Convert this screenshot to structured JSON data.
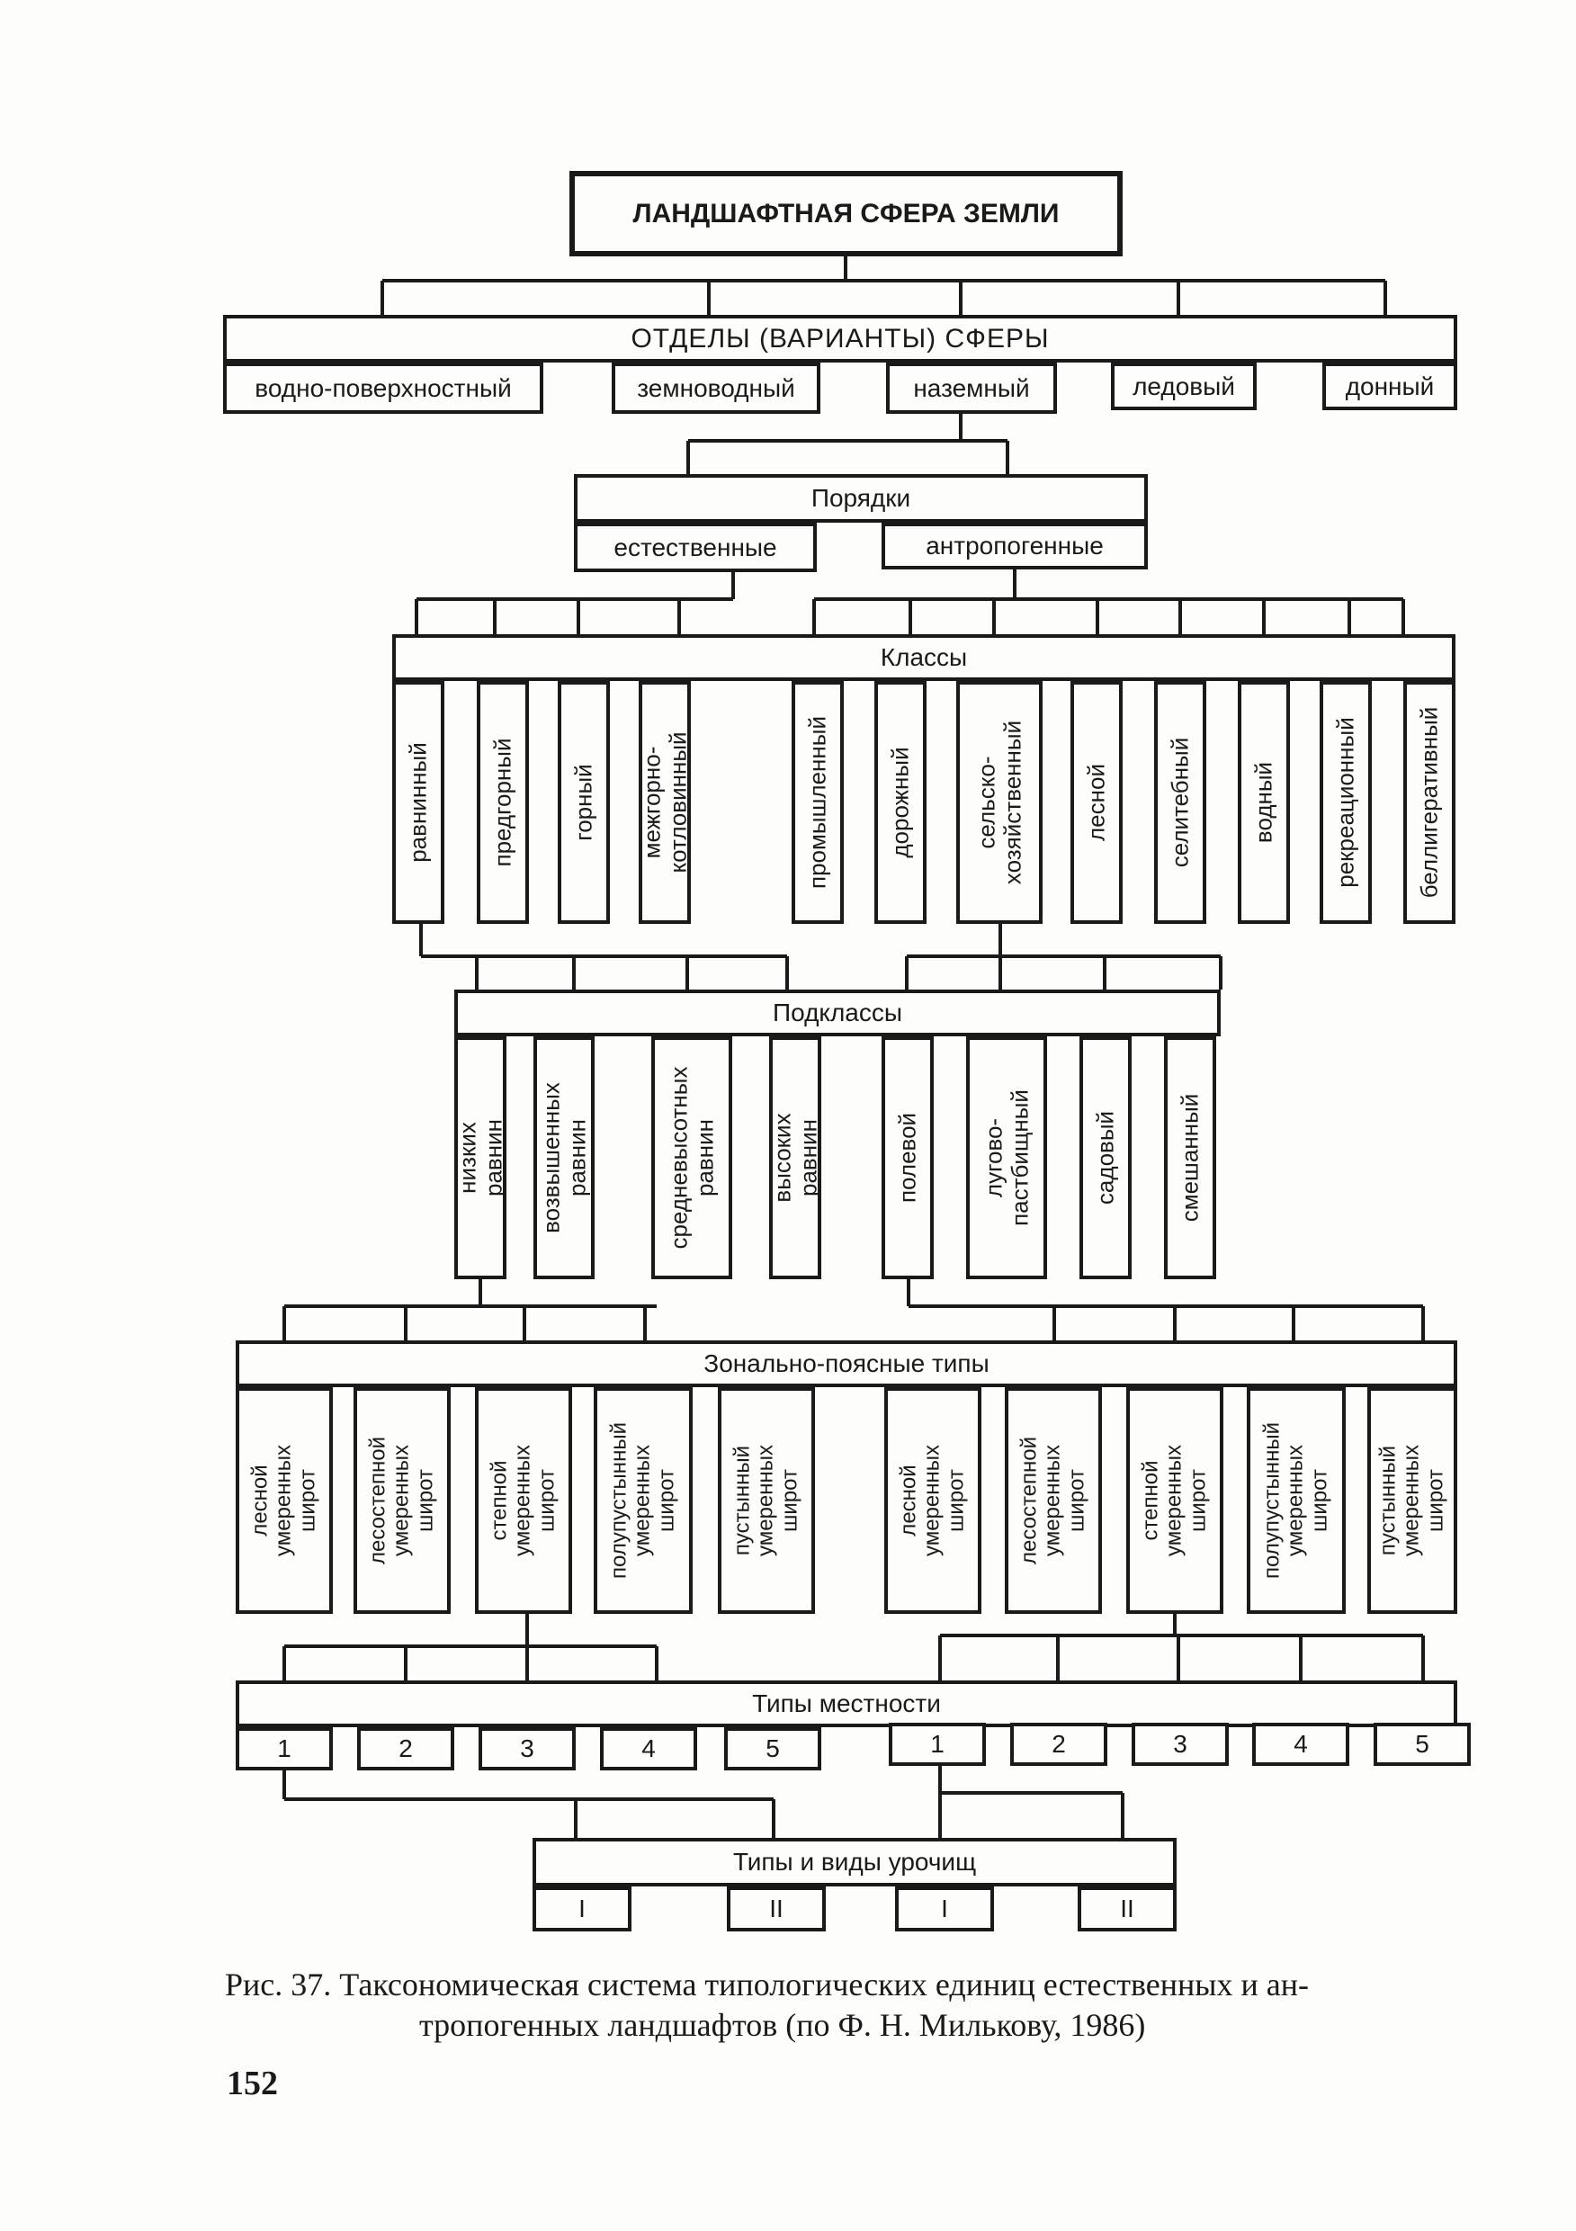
{
  "title": "ЛАНДШАФТНАЯ СФЕРА ЗЕМЛИ",
  "divisions": {
    "header": "ОТДЕЛЫ (ВАРИАНТЫ) СФЕРЫ",
    "items": [
      "водно-поверхностный",
      "земноводный",
      "наземный",
      "ледовый",
      "донный"
    ]
  },
  "orders": {
    "header": "Порядки",
    "items": [
      "естественные",
      "антропогенные"
    ]
  },
  "classes": {
    "header": "Классы",
    "natural": [
      "равнинный",
      "предгорный",
      "горный",
      "межгорно-\nкотловинный"
    ],
    "anthropogenic": [
      "промышленный",
      "дорожный",
      "сельско-\nхозяйственный",
      "лесной",
      "селитебный",
      "водный",
      "рекреационный",
      "беллигеративный"
    ]
  },
  "subclasses": {
    "header": "Подклассы",
    "natural": [
      "низких равнин",
      "возвышенных\nравнин",
      "средневысотных\nравнин",
      "высоких равнин"
    ],
    "anthropogenic": [
      "полевой",
      "лугово-\nпастбищный",
      "садовый",
      "смешанный"
    ]
  },
  "zonal_types": {
    "header": "Зонально-поясные типы",
    "natural": [
      "лесной\nумеренных\nширот",
      "лесостепной\nумеренных\nширот",
      "степной\nумеренных\nширот",
      "полупустынный\nумеренных\nширот",
      "пустынный\nумеренных\nширот"
    ],
    "anthropogenic": [
      "лесной\nумеренных\nширот",
      "лесостепной\nумеренных\nширот",
      "степной\nумеренных\nширот",
      "полупустынный\nумеренных\nширот",
      "пустынный\nумеренных\nширот"
    ]
  },
  "terrain_types": {
    "header": "Типы местности",
    "natural": [
      "1",
      "2",
      "3",
      "4",
      "5"
    ],
    "anthropogenic": [
      "1",
      "2",
      "3",
      "4",
      "5"
    ]
  },
  "tracts": {
    "header": "Типы и виды урочищ",
    "items": [
      "I",
      "II",
      "I",
      "II"
    ]
  },
  "caption": {
    "line1": "Рис. 37. Таксономическая система типологических единиц естественных и ан-",
    "line2": "тропогенных ландшафтов (по Ф. Н. Милькову, 1986)"
  },
  "page_number": "152"
}
